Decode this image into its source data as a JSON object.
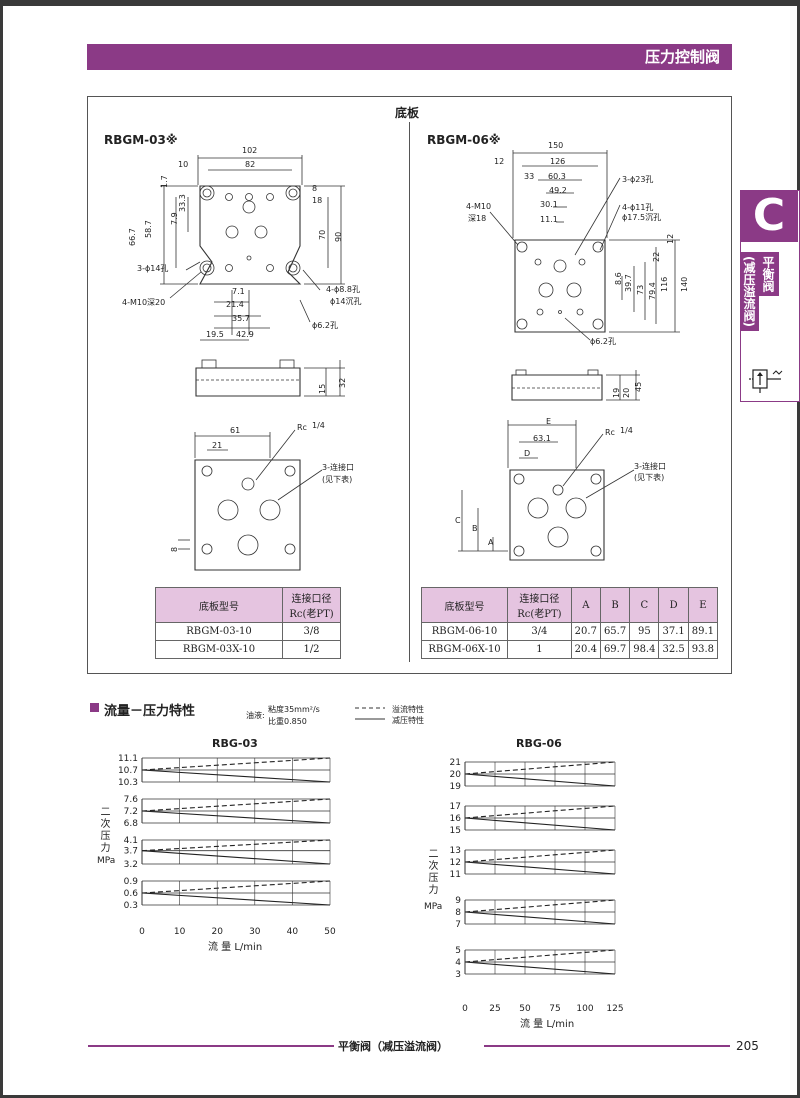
{
  "header": {
    "title": "压力控制阀"
  },
  "side_tab": {
    "letter": "C",
    "line1": "平衡阀",
    "line2": "(减压溢流阀)"
  },
  "drawings": {
    "section_title": "底板",
    "left": {
      "model": "RBGM-03※",
      "dims": [
        "102",
        "82",
        "10",
        "1.7",
        "33.3",
        "58.7",
        "66.7",
        "7.9",
        "8",
        "18",
        "70",
        "90",
        "3-ϕ14孔",
        "4-M10深20",
        "7.1",
        "21.4",
        "35.7",
        "42.9",
        "19.5",
        "4-ϕ8.8孔",
        "ϕ14沉孔",
        "ϕ6.2孔",
        "15",
        "32",
        "61",
        "21",
        "Rc",
        "1/4",
        "3-连接口",
        "(见下表)",
        "8"
      ]
    },
    "right": {
      "model": "RBGM-06※",
      "dims": [
        "150",
        "126",
        "12",
        "33",
        "60.3",
        "49.2",
        "30.1",
        "11.1",
        "4-M10",
        "深18",
        "3-ϕ23孔",
        "4-ϕ11孔",
        "ϕ17.5沉孔",
        "12",
        "22",
        "8.6",
        "39.7",
        "73",
        "79.4",
        "116",
        "140",
        "ϕ6.2孔",
        "19",
        "20",
        "45",
        "E",
        "63.1",
        "D",
        "Rc",
        "1/4",
        "3-连接口",
        "(见下表)",
        "C",
        "B",
        "A"
      ]
    }
  },
  "table_left": {
    "headers": [
      "底板型号",
      "连接口径",
      "Rc(老PT)"
    ],
    "rows": [
      {
        "model": "RBGM-03-10",
        "size": "3/8"
      },
      {
        "model": "RBGM-03X-10",
        "size": "1/2"
      }
    ]
  },
  "table_right": {
    "headers": [
      "底板型号",
      "连接口径",
      "Rc(老PT)",
      "A",
      "B",
      "C",
      "D",
      "E"
    ],
    "rows": [
      {
        "model": "RBGM-06-10",
        "size": "3/4",
        "A": "20.7",
        "B": "65.7",
        "C": "95",
        "D": "37.1",
        "E": "89.1"
      },
      {
        "model": "RBGM-06X-10",
        "size": "1",
        "A": "20.4",
        "B": "69.7",
        "C": "98.4",
        "D": "32.5",
        "E": "93.8"
      }
    ]
  },
  "characteristics": {
    "title": "流量－压力特性",
    "oil_label": "油液:",
    "viscosity": "粘度35mm²/s",
    "density": "比重0.850",
    "legend_dashed": "溢流特性",
    "legend_solid": "减压特性"
  },
  "chart_data": [
    {
      "type": "line",
      "title": "RBG-03",
      "xlabel": "流 量 L/min",
      "ylabel": "二次压力",
      "yunit": "MPa",
      "xlim": [
        0,
        50
      ],
      "xticks": [
        "0",
        "10",
        "20",
        "30",
        "40",
        "50"
      ],
      "panels": [
        {
          "yticks": [
            "11.1",
            "10.7",
            "10.3"
          ],
          "ylim": [
            10.3,
            11.1
          ],
          "series": [
            {
              "style": "dashed",
              "x": [
                0,
                50
              ],
              "y": [
                10.7,
                11.1
              ]
            },
            {
              "style": "solid",
              "x": [
                0,
                50
              ],
              "y": [
                10.7,
                10.3
              ]
            }
          ]
        },
        {
          "yticks": [
            "7.6",
            "7.2",
            "6.8"
          ],
          "ylim": [
            6.8,
            7.6
          ],
          "series": [
            {
              "style": "dashed",
              "x": [
                0,
                50
              ],
              "y": [
                7.2,
                7.6
              ]
            },
            {
              "style": "solid",
              "x": [
                0,
                50
              ],
              "y": [
                7.2,
                6.8
              ]
            }
          ]
        },
        {
          "yticks": [
            "4.1",
            "3.7",
            "3.2"
          ],
          "ylim": [
            3.2,
            4.1
          ],
          "series": [
            {
              "style": "dashed",
              "x": [
                0,
                50
              ],
              "y": [
                3.7,
                4.1
              ]
            },
            {
              "style": "solid",
              "x": [
                0,
                50
              ],
              "y": [
                3.7,
                3.2
              ]
            }
          ]
        },
        {
          "yticks": [
            "0.9",
            "0.6",
            "0.3"
          ],
          "ylim": [
            0.3,
            0.9
          ],
          "series": [
            {
              "style": "dashed",
              "x": [
                0,
                50
              ],
              "y": [
                0.6,
                0.9
              ]
            },
            {
              "style": "solid",
              "x": [
                0,
                50
              ],
              "y": [
                0.6,
                0.3
              ]
            }
          ]
        }
      ]
    },
    {
      "type": "line",
      "title": "RBG-06",
      "xlabel": "流 量 L/min",
      "ylabel": "二次压力",
      "yunit": "MPa",
      "xlim": [
        0,
        125
      ],
      "xticks": [
        "0",
        "25",
        "50",
        "75",
        "100",
        "125"
      ],
      "panels": [
        {
          "yticks": [
            "21",
            "20",
            "19"
          ],
          "ylim": [
            19,
            21
          ],
          "series": [
            {
              "style": "dashed",
              "x": [
                0,
                125
              ],
              "y": [
                20,
                21
              ]
            },
            {
              "style": "solid",
              "x": [
                0,
                125
              ],
              "y": [
                20,
                19
              ]
            }
          ]
        },
        {
          "yticks": [
            "17",
            "16",
            "15"
          ],
          "ylim": [
            15,
            17
          ],
          "series": [
            {
              "style": "dashed",
              "x": [
                0,
                125
              ],
              "y": [
                16,
                17
              ]
            },
            {
              "style": "solid",
              "x": [
                0,
                125
              ],
              "y": [
                16,
                15
              ]
            }
          ]
        },
        {
          "yticks": [
            "13",
            "12",
            "11"
          ],
          "ylim": [
            11,
            13
          ],
          "series": [
            {
              "style": "dashed",
              "x": [
                0,
                125
              ],
              "y": [
                12,
                13
              ]
            },
            {
              "style": "solid",
              "x": [
                0,
                125
              ],
              "y": [
                12,
                11
              ]
            }
          ]
        },
        {
          "yticks": [
            "9",
            "8",
            "7"
          ],
          "ylim": [
            7,
            9
          ],
          "series": [
            {
              "style": "dashed",
              "x": [
                0,
                125
              ],
              "y": [
                8,
                9
              ]
            },
            {
              "style": "solid",
              "x": [
                0,
                125
              ],
              "y": [
                8,
                7
              ]
            }
          ]
        },
        {
          "yticks": [
            "5",
            "4",
            "3"
          ],
          "ylim": [
            3,
            5
          ],
          "series": [
            {
              "style": "dashed",
              "x": [
                0,
                125
              ],
              "y": [
                4,
                5
              ]
            },
            {
              "style": "solid",
              "x": [
                0,
                125
              ],
              "y": [
                4,
                3
              ]
            }
          ]
        }
      ]
    }
  ],
  "footer": {
    "text": "平衡阀（减压溢流阀）",
    "page": "205"
  },
  "colors": {
    "accent": "#8b3a86",
    "table_header": "#e5c4e0"
  }
}
